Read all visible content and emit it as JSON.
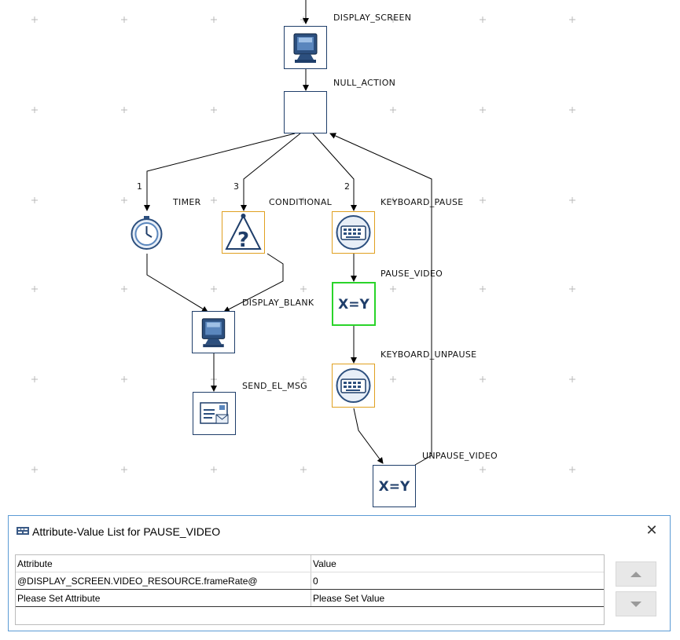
{
  "canvas": {
    "node_labels": {
      "display_screen": "DISPLAY_SCREEN",
      "null_action": "NULL_ACTION",
      "timer": "TIMER",
      "conditional": "CONDITIONAL",
      "keyboard_pause": "KEYBOARD_PAUSE",
      "pause_video": "PAUSE_VIDEO",
      "display_blank": "DISPLAY_BLANK",
      "keyboard_unpause": "KEYBOARD_UNPAUSE",
      "send_el_msg": "SEND_EL_MSG",
      "unpause_video": "UNPAUSE_VIDEO"
    },
    "edge_labels": {
      "to_timer": "1",
      "to_keyboard_pause": "2",
      "to_conditional": "3"
    },
    "assignment_icon_text": "X=Y",
    "colors": {
      "node_border": "#1f3e6a",
      "selected_orange": "#e0a020",
      "selected_green": "#2ad42a",
      "grid_plus": "#b8b8b8"
    }
  },
  "attribute_window": {
    "title": "Attribute-Value List for PAUSE_VIDEO",
    "close_glyph": "✕",
    "columns": [
      "Attribute",
      "Value"
    ],
    "rows": [
      {
        "attribute": "@DISPLAY_SCREEN.VIDEO_RESOURCE.frameRate@",
        "value": "0"
      },
      {
        "attribute": "Please Set Attribute",
        "value": "Please Set Value"
      }
    ],
    "scroll_up_icon": "triangle-up-icon",
    "scroll_down_icon": "triangle-down-icon"
  }
}
